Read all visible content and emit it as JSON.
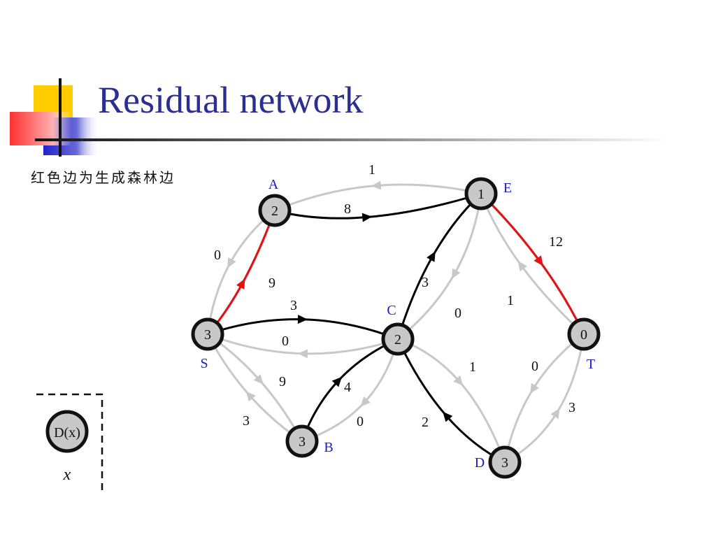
{
  "slide": {
    "title": "Residual network",
    "subtitle": "红色边为生成森林边"
  },
  "colors": {
    "title": "#2b2f8f",
    "node_label": "#1a1acc",
    "forest_edge": "#e01414",
    "residual_edge": "#c8c8c8",
    "flow_edge": "#000000",
    "node_fill": "#c8c8c8"
  },
  "graph": {
    "nodes": [
      {
        "id": "S",
        "label": "S",
        "value": "3"
      },
      {
        "id": "A",
        "label": "A",
        "value": "2"
      },
      {
        "id": "B",
        "label": "B",
        "value": "3"
      },
      {
        "id": "C",
        "label": "C",
        "value": "2"
      },
      {
        "id": "D",
        "label": "D",
        "value": "3"
      },
      {
        "id": "E",
        "label": "E",
        "value": "1"
      },
      {
        "id": "T",
        "label": "T",
        "value": "0"
      }
    ],
    "edges": [
      {
        "from": "S",
        "to": "A",
        "label": "9",
        "kind": "forest"
      },
      {
        "from": "A",
        "to": "S",
        "label": "0",
        "kind": "residual"
      },
      {
        "from": "A",
        "to": "E",
        "label": "8",
        "kind": "flow"
      },
      {
        "from": "E",
        "to": "A",
        "label": "1",
        "kind": "residual"
      },
      {
        "from": "E",
        "to": "T",
        "label": "12",
        "kind": "forest"
      },
      {
        "from": "T",
        "to": "E",
        "label": "1",
        "kind": "residual"
      },
      {
        "from": "C",
        "to": "E",
        "label": "3",
        "kind": "flow"
      },
      {
        "from": "E",
        "to": "C",
        "label": "0",
        "kind": "residual"
      },
      {
        "from": "S",
        "to": "C",
        "label": "3",
        "kind": "flow"
      },
      {
        "from": "C",
        "to": "S",
        "label": "0",
        "kind": "residual"
      },
      {
        "from": "S",
        "to": "B",
        "label": "9",
        "kind": "residual"
      },
      {
        "from": "B",
        "to": "S",
        "label": "3",
        "kind": "residual"
      },
      {
        "from": "B",
        "to": "C",
        "label": "4",
        "kind": "flow"
      },
      {
        "from": "C",
        "to": "B",
        "label": "0",
        "kind": "residual"
      },
      {
        "from": "C",
        "to": "D",
        "label": "1",
        "kind": "residual"
      },
      {
        "from": "D",
        "to": "C",
        "label": "2",
        "kind": "flow"
      },
      {
        "from": "D",
        "to": "T",
        "label": "3",
        "kind": "residual"
      },
      {
        "from": "T",
        "to": "D",
        "label": "0",
        "kind": "residual"
      }
    ]
  },
  "legend": {
    "node_text": "D(x)",
    "caption": "x"
  }
}
